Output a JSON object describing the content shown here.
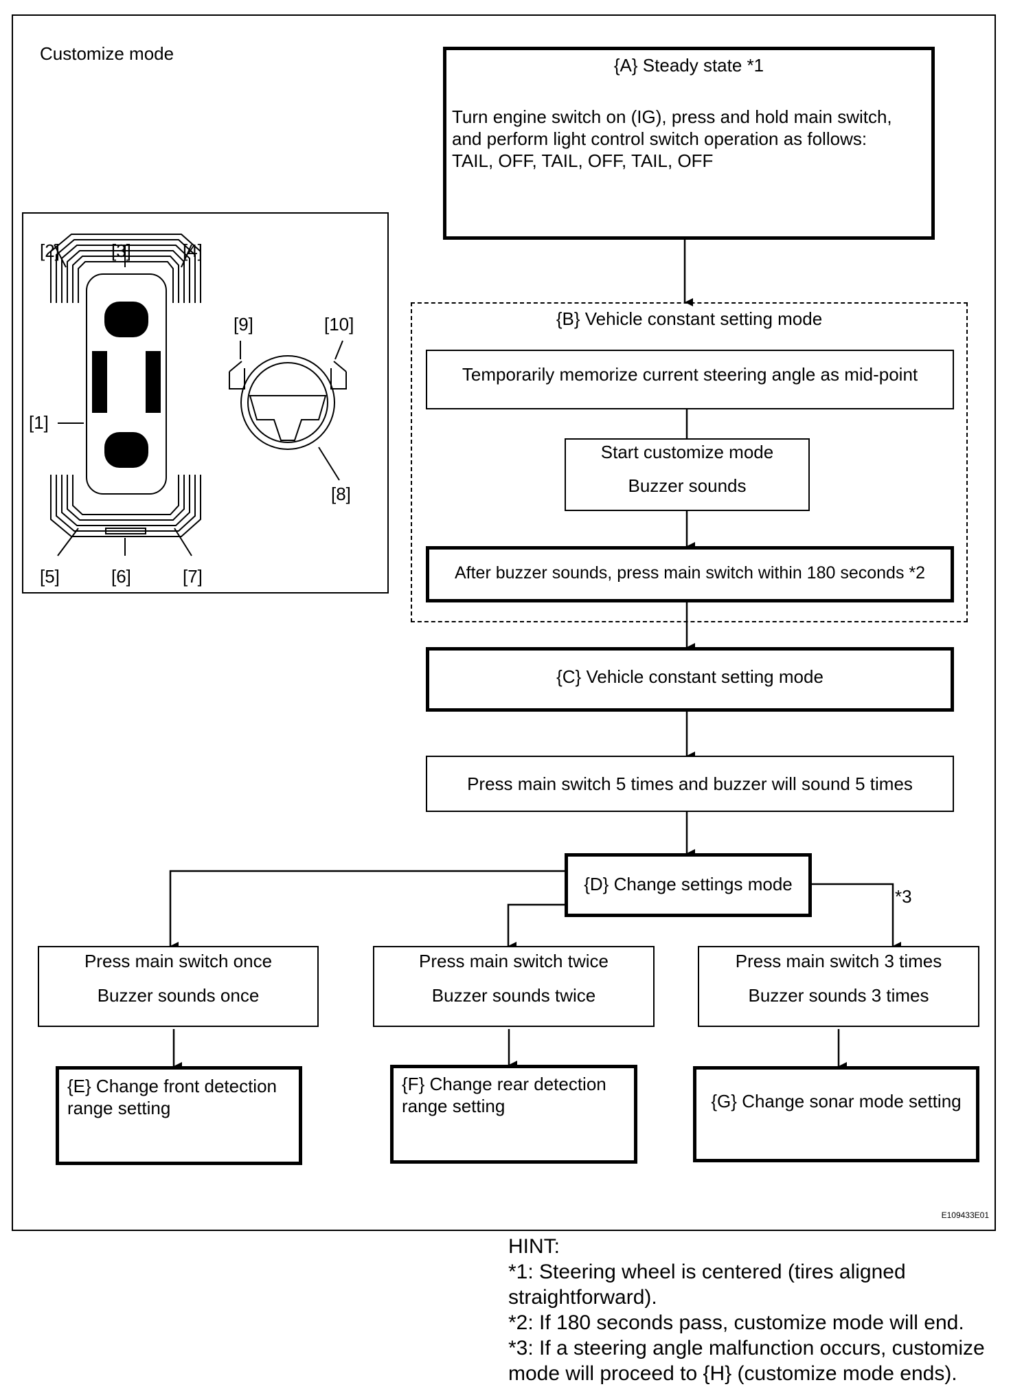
{
  "title": "Customize mode",
  "vehicle_figure": {
    "labels": [
      "[1]",
      "[2]",
      "[3]",
      "[4]",
      "[5]",
      "[6]",
      "[7]",
      "[8]",
      "[9]",
      "[10]"
    ]
  },
  "boxes": {
    "A": {
      "title": "{A} Steady state *1",
      "lines": [
        "Turn engine switch on (IG), press and hold main switch,",
        "and perform light control switch operation as follows:",
        "TAIL, OFF, TAIL, OFF, TAIL, OFF"
      ]
    },
    "B": {
      "title": "{B} Vehicle constant setting mode",
      "step1": "Temporarily memorize current steering angle as mid-point",
      "step2": [
        "Start customize mode",
        "Buzzer sounds"
      ],
      "step3": "After buzzer sounds, press main switch within 180 seconds *2"
    },
    "C": {
      "title": "{C} Vehicle constant setting mode"
    },
    "press5": "Press main switch 5 times and buzzer will sound 5 times",
    "D": {
      "title": "{D} Change settings mode",
      "note": "*3"
    },
    "branches": [
      {
        "press": "Press main switch once",
        "buzzer": "Buzzer sounds once",
        "result": [
          "{E} Change front detection",
          "range setting"
        ]
      },
      {
        "press": "Press main switch twice",
        "buzzer": "Buzzer sounds twice",
        "result": [
          "{F} Change rear detection",
          "range setting"
        ]
      },
      {
        "press": "Press main switch 3 times",
        "buzzer": "Buzzer sounds 3 times",
        "result": [
          "{G} Change sonar mode setting"
        ]
      }
    ]
  },
  "figure_code": "E109433E01",
  "hint": {
    "heading": "HINT:",
    "lines": [
      "*1: Steering wheel is centered (tires aligned",
      "straightforward).",
      "*2: If 180 seconds pass, customize mode will end.",
      "*3: If a steering angle malfunction occurs, customize",
      "mode will proceed to {H} (customize mode ends)."
    ]
  }
}
